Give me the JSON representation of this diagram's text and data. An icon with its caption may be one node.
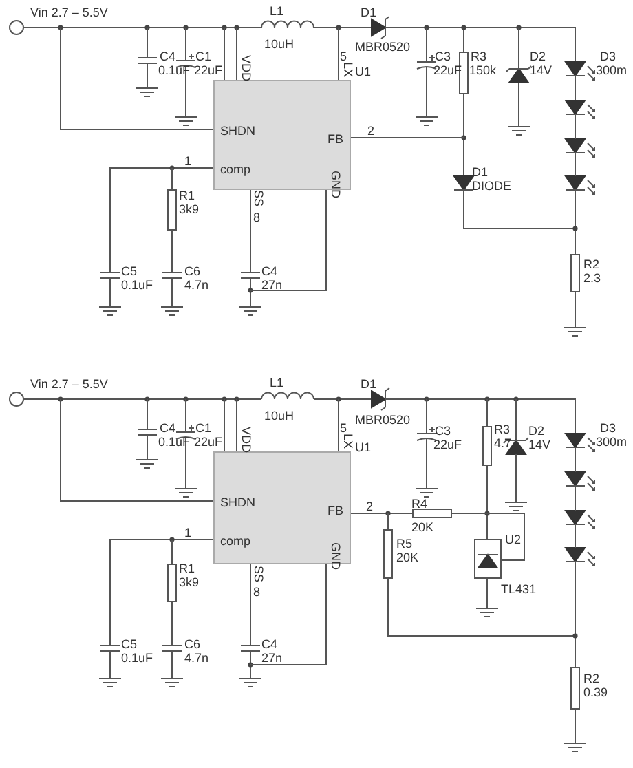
{
  "diagram": {
    "nodes": [
      {
        "text": [
          "SHDN",
          "comp",
          "FB"
        ]
      },
      {
        "text": [
          "SHDN",
          "comp",
          "FB"
        ]
      }
    ],
    "labels": [
      "Vin 2.7 – 5.5V",
      "L1",
      "10uH",
      "D1",
      "MBR0520",
      "C4",
      "C1",
      "0.1uF",
      "22uF",
      "VDD",
      "LX",
      "5",
      "U1",
      "C3",
      "22uF",
      "R3",
      "150k",
      "D2",
      "14V",
      "D3",
      "300m",
      "1",
      "2",
      "R1",
      "3k9",
      "SS",
      "8",
      "GND",
      "D1",
      "DIODE",
      "C5",
      "0.1uF",
      "C6",
      "4.7n",
      "C4",
      "27n",
      "R2",
      "2.3",
      "Vin 2.7 – 5.5V",
      "L1",
      "10uH",
      "D1",
      "MBR0520",
      "C4",
      "C1",
      "0.1uF",
      "22uF",
      "VDD",
      "LX",
      "5",
      "U1",
      "C3",
      "22uF",
      "R3",
      "4.7",
      "D2",
      "14V",
      "D3",
      "300m",
      "1",
      "2",
      "R4",
      "20K",
      "R5",
      "20K",
      "U2",
      "R1",
      "3k9",
      "SS",
      "8",
      "GND",
      "TL431",
      "C5",
      "0.1uF",
      "C6",
      "4.7n",
      "C4",
      "27n",
      "R2",
      "0.39"
    ]
  }
}
